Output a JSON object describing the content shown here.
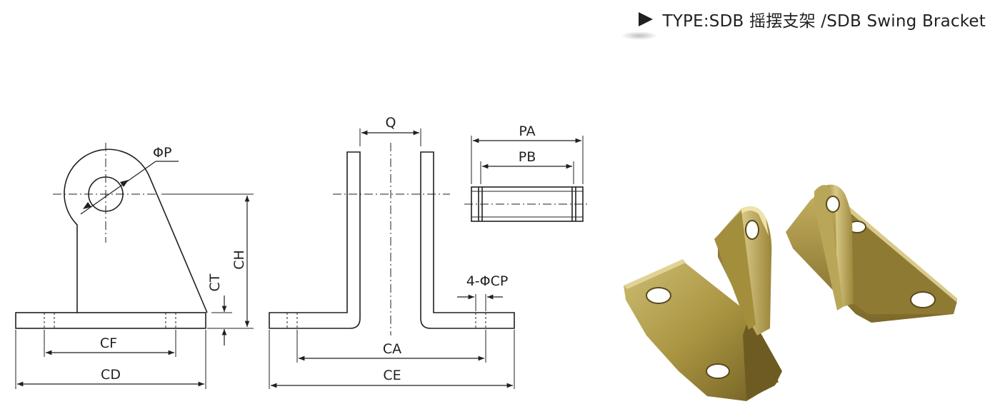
{
  "header": {
    "title": "TYPE:SDB 摇摆支架 /SDB Swing Bracket",
    "arrow_icon": "triangle-right-icon"
  },
  "dims": {
    "side_view": {
      "P": "ΦP",
      "CH": "CH",
      "CT": "CT",
      "CF": "CF",
      "CD": "CD"
    },
    "front_view": {
      "Q": "Q",
      "CA": "CA",
      "CE": "CE",
      "CP": "4-ΦCP"
    },
    "pin_view": {
      "PA": "PA",
      "PB": "PB"
    }
  },
  "colors": {
    "line": "#231f20",
    "metal_light": "#d2c27a",
    "metal_mid": "#a7923f",
    "metal_dark": "#6c5a20"
  }
}
